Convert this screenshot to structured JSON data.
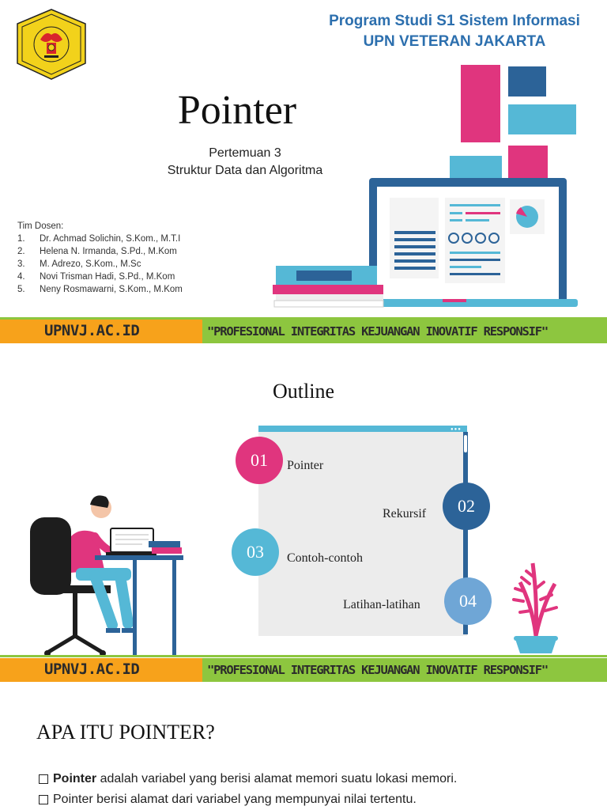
{
  "slide1": {
    "program_line1": "Program Studi S1 Sistem Informasi",
    "program_line2": "UPN VETERAN JAKARTA",
    "title": "Pointer",
    "subtitle_line1": "Pertemuan 3",
    "subtitle_line2": "Struktur Data dan Algoritma",
    "team_heading": "Tim Dosen:",
    "team": [
      {
        "num": "1.",
        "name": "Dr. Achmad Solichin, S.Kom., M.T.I"
      },
      {
        "num": "2.",
        "name": "Helena N. Irmanda, S.Pd., M.Kom"
      },
      {
        "num": "3.",
        "name": "M. Adrezo, S.Kom., M.Sc"
      },
      {
        "num": "4.",
        "name": "Novi Trisman Hadi, S.Pd., M.Kom"
      },
      {
        "num": "5.",
        "name": "Neny Rosmawarni, S.Kom., M.Kom"
      }
    ]
  },
  "banner": {
    "left": "UPNVJ.AC.ID",
    "right": "\"PROFESIONAL INTEGRITAS KEJUANGAN INOVATIF RESPONSIF\""
  },
  "slide2": {
    "title": "Outline",
    "items": [
      {
        "num": "01",
        "label": "Pointer"
      },
      {
        "num": "02",
        "label": "Rekursif"
      },
      {
        "num": "03",
        "label": "Contoh-contoh"
      },
      {
        "num": "04",
        "label": "Latihan-latihan"
      }
    ]
  },
  "slide3": {
    "title": "APA ITU POINTER?",
    "bullet1_bold": "Pointer",
    "bullet1_rest": " adalah variabel yang berisi alamat memori suatu lokasi memori.",
    "bullet2": "Pointer berisi alamat dari variabel yang mempunyai nilai tertentu."
  },
  "colors": {
    "pink": "#E0357E",
    "navy": "#2C6398",
    "teal": "#55B8D6",
    "light_blue": "#6FA6D6",
    "orange": "#F7A21B",
    "green": "#8DC63F",
    "heading_blue": "#2C6FAE"
  }
}
